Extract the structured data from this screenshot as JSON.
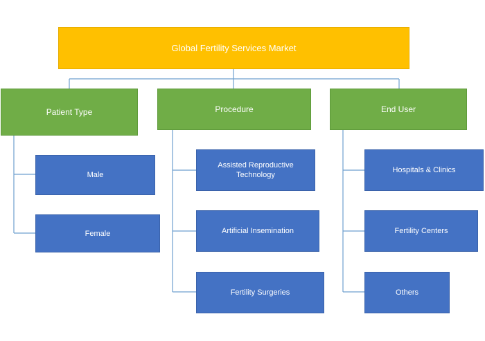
{
  "root": {
    "label": "Global Fertility Services Market"
  },
  "categories": [
    {
      "label": "Patient Type",
      "items": [
        "Male",
        "Female"
      ]
    },
    {
      "label": "Procedure",
      "items": [
        "Assisted Reproductive Technology",
        "Artificial Insemination",
        "Fertility Surgeries"
      ]
    },
    {
      "label": "End User",
      "items": [
        "Hospitals & Clinics",
        "Fertility Centers",
        "Others"
      ]
    }
  ],
  "colors": {
    "root": "#ffc000",
    "category": "#70ad47",
    "leaf": "#4472c4",
    "connector": "#6e9fcf"
  }
}
